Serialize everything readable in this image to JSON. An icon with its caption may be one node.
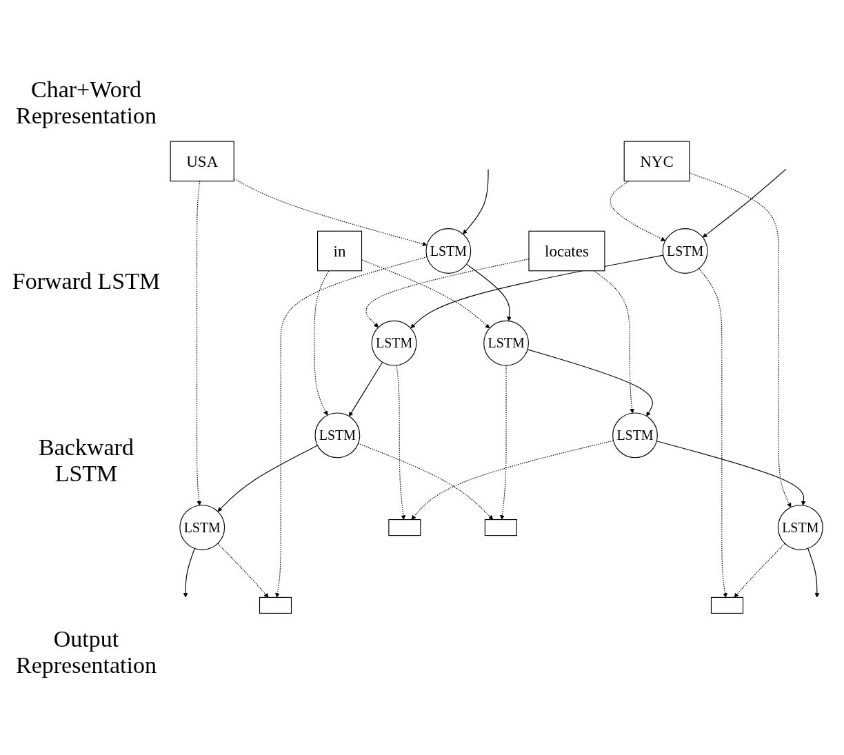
{
  "diagram": {
    "nodes": [
      {
        "text": [
          "NYC"
        ]
      },
      {
        "text": [
          "locates"
        ]
      },
      {
        "text": [
          "in"
        ]
      },
      {
        "text": [
          "USA"
        ]
      },
      {
        "text": [
          "LSTM"
        ]
      },
      {
        "text": [
          "LSTM"
        ]
      },
      {
        "text": [
          "LSTM"
        ]
      },
      {
        "text": [
          "LSTM"
        ]
      },
      {
        "text": [
          "LSTM"
        ]
      },
      {
        "text": [
          "LSTM"
        ]
      },
      {
        "text": [
          "LSTM"
        ]
      },
      {
        "text": [
          "LSTM"
        ]
      },
      {
        "text": [],
        "shape": "box"
      },
      {
        "text": [],
        "shape": "box"
      },
      {
        "text": [],
        "shape": "box"
      },
      {
        "text": [],
        "shape": "box"
      }
    ],
    "edges": [
      {
        "from": 0,
        "to": 4,
        "arrow": "to",
        "style": "dashed"
      },
      {
        "from": 0,
        "to": 8,
        "arrow": "to",
        "style": "dashed"
      },
      {
        "from": 1,
        "to": 5,
        "arrow": "to",
        "style": "dashed"
      },
      {
        "from": 1,
        "to": 9,
        "arrow": "to",
        "style": "dashed"
      },
      {
        "from": 2,
        "to": 6,
        "arrow": "to",
        "style": "dashed"
      },
      {
        "from": 2,
        "to": 10,
        "arrow": "to",
        "style": "dashed"
      },
      {
        "from": 3,
        "to": 7,
        "arrow": "to",
        "style": "dashed"
      },
      {
        "from": 3,
        "to": 11,
        "arrow": "to",
        "style": "dashed"
      },
      {
        "from": null,
        "to": 4,
        "arrow": "to"
      },
      {
        "from": 4,
        "to": 5,
        "arrow": "to"
      },
      {
        "from": 5,
        "to": 6,
        "arrow": "to"
      },
      {
        "from": 6,
        "to": 7,
        "arrow": "to"
      },
      {
        "from": 7,
        "to": null,
        "arrow": "to"
      },
      {
        "from": null,
        "to": 11,
        "arrow": "to"
      },
      {
        "from": 11,
        "to": 10,
        "arrow": "to"
      },
      {
        "from": 10,
        "to": 9,
        "arrow": "to"
      },
      {
        "from": 9,
        "to": 8,
        "arrow": "to"
      },
      {
        "from": 8,
        "to": null,
        "arrow": "to"
      },
      {
        "from": 4,
        "to": 12,
        "arrow": "to",
        "style": "dashed"
      },
      {
        "from": 8,
        "to": 12,
        "arrow": "to",
        "style": "dashed"
      },
      {
        "from": 5,
        "to": 13,
        "arrow": "to",
        "style": "dashed"
      },
      {
        "from": 9,
        "to": 13,
        "arrow": "to",
        "style": "dashed"
      },
      {
        "from": 6,
        "to": 14,
        "arrow": "to",
        "style": "dashed"
      },
      {
        "from": 10,
        "to": 14,
        "arrow": "to",
        "style": "dashed"
      },
      {
        "from": 7,
        "to": 15,
        "arrow": "to",
        "style": "dashed"
      },
      {
        "from": 11,
        "to": 15,
        "arrow": "to",
        "style": "dashed"
      }
    ],
    "labels": [
      "Char+Word Representation",
      "Forward LSTM",
      "Backward LSTM",
      "Output Representation"
    ]
  }
}
